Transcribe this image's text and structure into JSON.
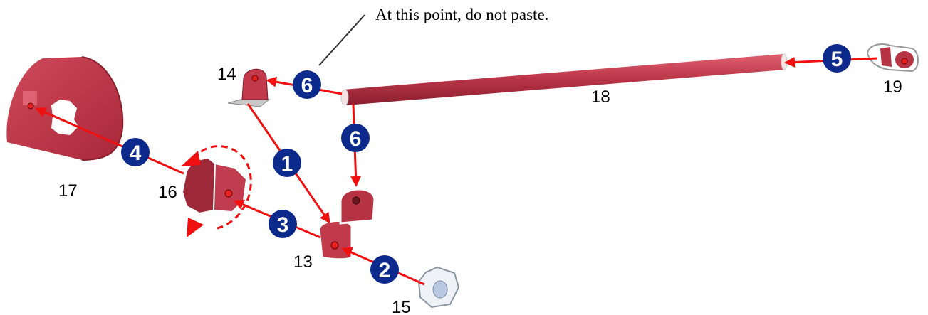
{
  "note": {
    "text": "At this point, do not paste."
  },
  "parts": {
    "p13": "13",
    "p14": "14",
    "p15": "15",
    "p16": "16",
    "p17": "17",
    "p18": "18",
    "p19": "19"
  },
  "steps": {
    "s1": "1",
    "s2": "2",
    "s3": "3",
    "s4": "4",
    "s5": "5",
    "s6a": "6",
    "s6b": "6"
  },
  "colors": {
    "arrow": "#f01010",
    "badge": "#0c2a8c",
    "part": "#b53343",
    "part_light": "#d85c6c"
  }
}
